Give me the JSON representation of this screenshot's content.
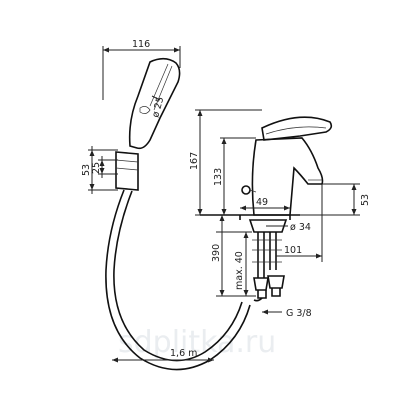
{
  "drawing": {
    "labels": {
      "hand_shower_width": "116",
      "hand_shower_dia": "ø 25",
      "holder_53": "53",
      "holder_25": "25",
      "height_167": "167",
      "height_133": "133",
      "spout_53": "53",
      "spout_49": "49",
      "base_dia": "ø 34",
      "max_40": "max. 40",
      "hose_390": "390",
      "reach_101": "101",
      "thread": "G 3/8",
      "hose_length": "1,6 m"
    },
    "watermark": "sdplitka.ru"
  }
}
